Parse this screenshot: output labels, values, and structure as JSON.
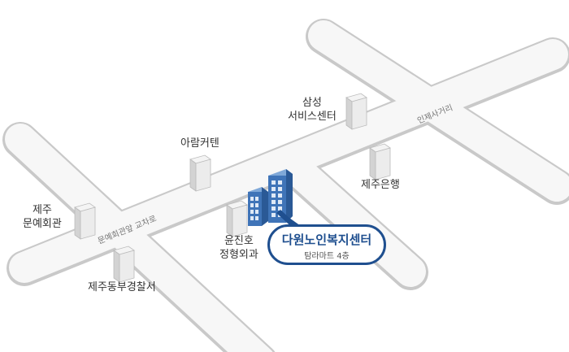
{
  "destination": {
    "name": "다원노인복지센터",
    "detail": "탐라마트 4층",
    "color": "#1f4f8f"
  },
  "roads": [
    "문예회관앞 교차로",
    "인제사거리"
  ],
  "landmarks": [
    {
      "id": "munye",
      "label": "제주\n문예회관"
    },
    {
      "id": "police",
      "label": "제주동부경찰서"
    },
    {
      "id": "aram",
      "label": "아람커텐"
    },
    {
      "id": "yoon",
      "label": "윤진호\n정형외과"
    },
    {
      "id": "samsung",
      "label": "삼성\n서비스센터"
    },
    {
      "id": "bank",
      "label": "제주은행"
    }
  ]
}
